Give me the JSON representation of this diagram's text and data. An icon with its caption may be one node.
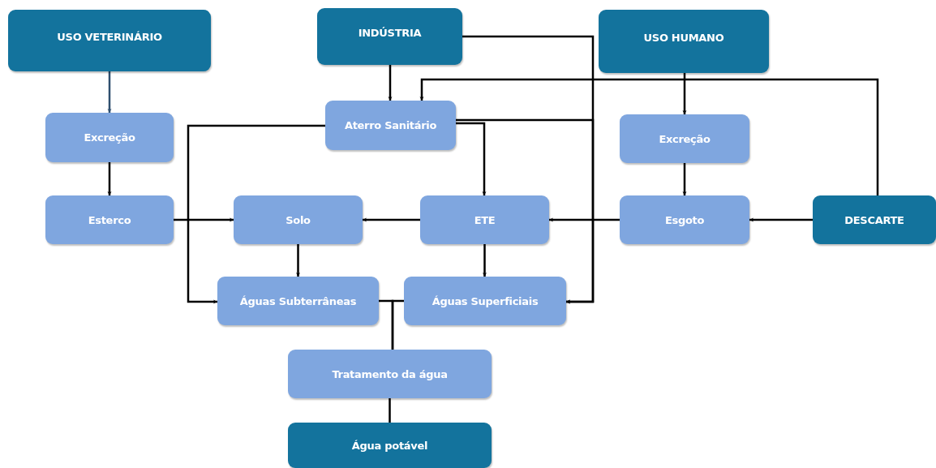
{
  "diagram": {
    "nodes": [
      {
        "text": [
          "USO VETERINÁRIO"
        ]
      },
      {
        "text": [
          "INDÚSTRIA"
        ]
      },
      {
        "text": [
          "USO HUMANO"
        ]
      },
      {
        "text": [
          "Excreção"
        ]
      },
      {
        "text": [
          "Aterro Sanitário"
        ]
      },
      {
        "text": [
          "Excreção"
        ]
      },
      {
        "text": [
          "Esterco"
        ]
      },
      {
        "text": [
          "Solo"
        ]
      },
      {
        "text": [
          "ETE"
        ]
      },
      {
        "text": [
          "Esgoto"
        ]
      },
      {
        "text": [
          "DESCARTE"
        ]
      },
      {
        "text": [
          "Águas Subterrâneas"
        ]
      },
      {
        "text": [
          "Águas Superficiais"
        ]
      },
      {
        "text": [
          "Tratamento da água"
        ]
      },
      {
        "text": [
          "Água potável"
        ]
      }
    ],
    "edges": [
      {
        "from": 0,
        "to": 3,
        "arrow": "to",
        "color": "#2f4f6f"
      },
      {
        "from": 3,
        "to": 6,
        "arrow": "to"
      },
      {
        "from": 6,
        "to": 7,
        "arrow": "to"
      },
      {
        "from": 1,
        "to": 4,
        "arrow": "to"
      },
      {
        "from": 10,
        "to": 4,
        "arrow": "to"
      },
      {
        "from": 1,
        "to": 12,
        "arrow": "to"
      },
      {
        "from": 4,
        "to": 12,
        "arrow": "to"
      },
      {
        "from": 4,
        "to": 8,
        "arrow": "to"
      },
      {
        "from": 4,
        "to": 11,
        "arrow": "to"
      },
      {
        "from": 2,
        "to": 5,
        "arrow": "to"
      },
      {
        "from": 5,
        "to": 9,
        "arrow": "to"
      },
      {
        "from": 10,
        "to": 9,
        "arrow": "to"
      },
      {
        "from": 9,
        "to": 8,
        "arrow": "to"
      },
      {
        "from": 8,
        "to": 7,
        "arrow": "to"
      },
      {
        "from": 7,
        "to": 11,
        "arrow": "to"
      },
      {
        "from": 8,
        "to": 12,
        "arrow": "to"
      },
      {
        "from": 11,
        "to": 13,
        "arrow": "none"
      },
      {
        "from": 12,
        "to": 13,
        "arrow": "none"
      },
      {
        "from": 13,
        "to": 14,
        "arrow": "none"
      }
    ]
  }
}
